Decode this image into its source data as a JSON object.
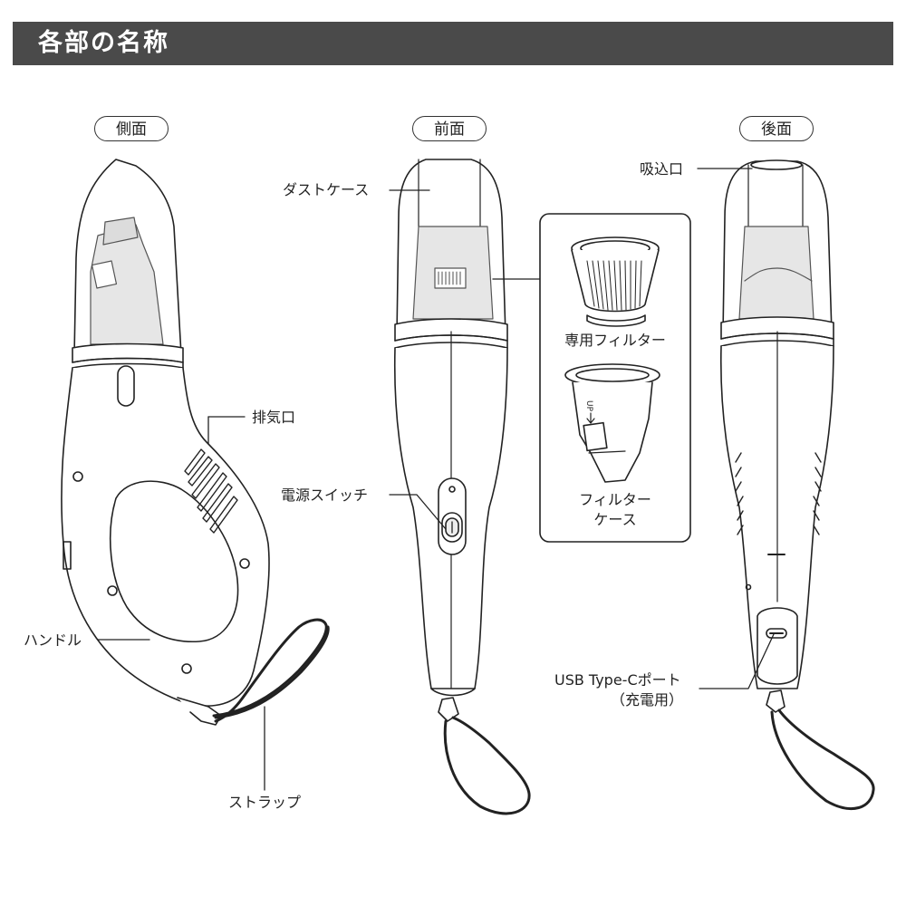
{
  "header": {
    "title": "各部の名称"
  },
  "views": {
    "side": "側面",
    "front": "前面",
    "back": "後面"
  },
  "labels": {
    "dust_case": "ダストケース",
    "exhaust": "排気口",
    "power_switch": "電源スイッチ",
    "handle": "ハンドル",
    "strap": "ストラップ",
    "intake": "吸込口",
    "usb_port_line1": "USB Type-Cポート",
    "usb_port_line2": "（充電用）",
    "filter": "専用フィルター",
    "filter_case_line1": "フィルター",
    "filter_case_line2": "ケース"
  },
  "filter_case_mark": "UP"
}
